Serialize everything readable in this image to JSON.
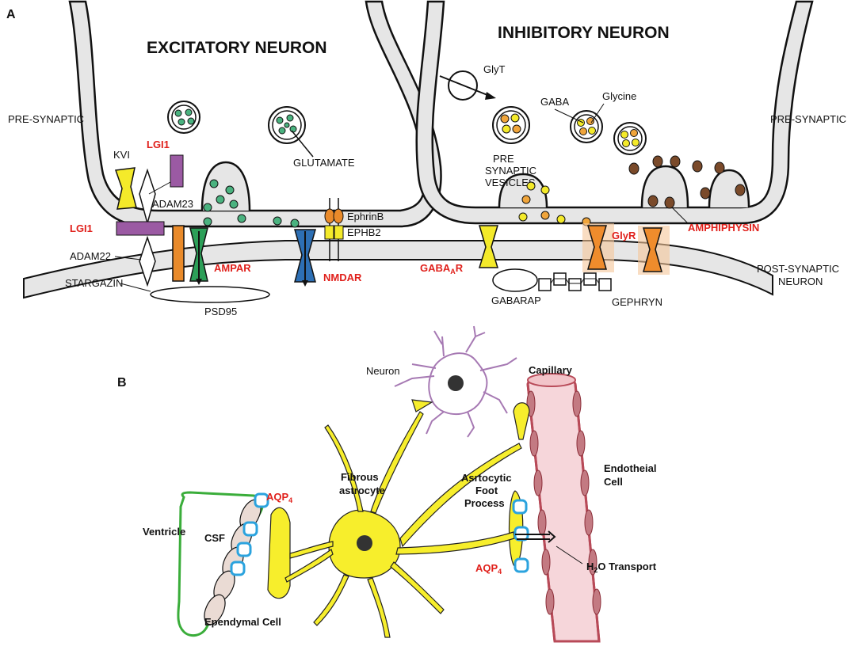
{
  "panels": {
    "a": "A",
    "b": "B"
  },
  "panel_a": {
    "titles": {
      "excitatory": "EXCITATORY NEURON",
      "inhibitory": "INHIBITORY NEURON"
    },
    "regions": {
      "pre_left": "PRE-SYNAPTIC",
      "pre_right": "PRE-SYNAPTIC",
      "post": [
        "POST-SYNAPTIC",
        "NEURON"
      ]
    },
    "labels": {
      "kvi": "KVI",
      "lgi1_top": "LGI1",
      "adam23": "ADAM23",
      "lgi1_left": "LGI1",
      "adam22": "ADAM22",
      "stargazin": "STARGAZIN",
      "ampar": "AMPAR",
      "psd95": "PSD95",
      "glutamate": "GLUTAMATE",
      "nmdar": "NMDAR",
      "ephrinb": "EphrinB",
      "ephb2": "EPHB2",
      "glyt": "GlyT",
      "gaba": "GABA",
      "glycine": "Glycine",
      "pre_synaptic_vesicles": [
        "PRE",
        "SYNAPTIC",
        "VESICLES"
      ],
      "gabaar_main": "GABA",
      "gabaar_sub": "A",
      "gabaar_tail": "R",
      "glyr": "GlyR",
      "amphiphysin": "AMPHIPHYSIN",
      "gabarap": "GABARAP",
      "gephryn": "GEPHRYN"
    }
  },
  "panel_b": {
    "labels": {
      "neuron": "Neuron",
      "capillary": "Capillary",
      "fibrous_astrocyte": [
        "Fibrous",
        "astrocyte"
      ],
      "endothelial_cell": [
        "Endotheial",
        "Cell"
      ],
      "astrocytic_foot_process": [
        "Asrtocytic",
        "Foot",
        "Process"
      ],
      "aqp4_left_main": "AQP",
      "aqp4_left_sub": "4",
      "aqp4_right_main": "AQP",
      "aqp4_right_sub": "4",
      "ventricle": "Ventricle",
      "csf": "CSF",
      "ependymal_cell": "Ependymal Cell",
      "h2o_main": "H",
      "h2o_sub": "2",
      "h2o_tail": "O Transport"
    }
  },
  "colors": {
    "membrane_fill": "#e6e6e6",
    "outline": "#111111",
    "accent_red": "#e0201b",
    "vesicle_green": "#4ab27f",
    "lgi1_purple": "#9b5aa3",
    "kv_yellow": "#f4ea2a",
    "ampar_orange": "#e98a2a",
    "ampar_green": "#2c9f58",
    "nmdar_blue": "#2d6fb4",
    "glyr_orange": "#ef8c2c",
    "amphiphysin_brown": "#7a4a2a",
    "astro_yellow": "#f7ee2c",
    "aqp_blue": "#2ba3de",
    "capillary_red": "#b84a58",
    "neuron_purple": "#a679b3",
    "ventricle_green": "#3aad3a"
  }
}
